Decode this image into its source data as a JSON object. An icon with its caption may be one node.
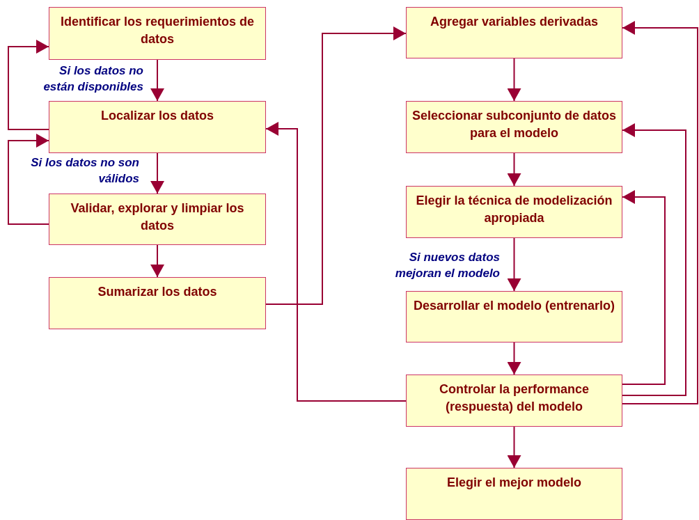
{
  "diagram": {
    "nodes": [
      {
        "text": [
          "Identificar los requerimientos de datos"
        ]
      },
      {
        "text": [
          "Localizar los datos"
        ]
      },
      {
        "text": [
          "Validar, explorar y limpiar los datos"
        ]
      },
      {
        "text": [
          "Sumarizar los datos"
        ]
      },
      {
        "text": [
          "Agregar variables derivadas"
        ]
      },
      {
        "text": [
          "Seleccionar subconjunto de datos para el modelo"
        ]
      },
      {
        "text": [
          "Elegir la técnica de modelización apropiada"
        ]
      },
      {
        "text": [
          "Desarrollar el modelo (entrenarlo)"
        ]
      },
      {
        "text": [
          "Controlar la performance (respuesta)  del modelo"
        ]
      },
      {
        "text": [
          "Elegir el mejor modelo"
        ]
      }
    ],
    "edges": [
      {
        "from": 0,
        "to": 1,
        "arrow": "to",
        "label": "Si los datos no están disponibles"
      },
      {
        "from": 1,
        "to": 0,
        "arrow": "to"
      },
      {
        "from": 1,
        "to": 2,
        "arrow": "to",
        "label": "Si los datos no son válidos"
      },
      {
        "from": 2,
        "to": 1,
        "arrow": "to"
      },
      {
        "from": 2,
        "to": 3,
        "arrow": "to"
      },
      {
        "from": 3,
        "to": 4,
        "arrow": "to"
      },
      {
        "from": 4,
        "to": 5,
        "arrow": "to"
      },
      {
        "from": 5,
        "to": 6,
        "arrow": "to"
      },
      {
        "from": 6,
        "to": 7,
        "arrow": "to",
        "label": "Si nuevos datos mejoran el modelo"
      },
      {
        "from": 7,
        "to": 8,
        "arrow": "to"
      },
      {
        "from": 8,
        "to": 9,
        "arrow": "to"
      },
      {
        "from": 8,
        "to": 1,
        "arrow": "to"
      },
      {
        "from": 8,
        "to": 6,
        "arrow": "to"
      },
      {
        "from": 8,
        "to": 5,
        "arrow": "to"
      },
      {
        "from": 8,
        "to": 4,
        "arrow": "to"
      }
    ]
  }
}
